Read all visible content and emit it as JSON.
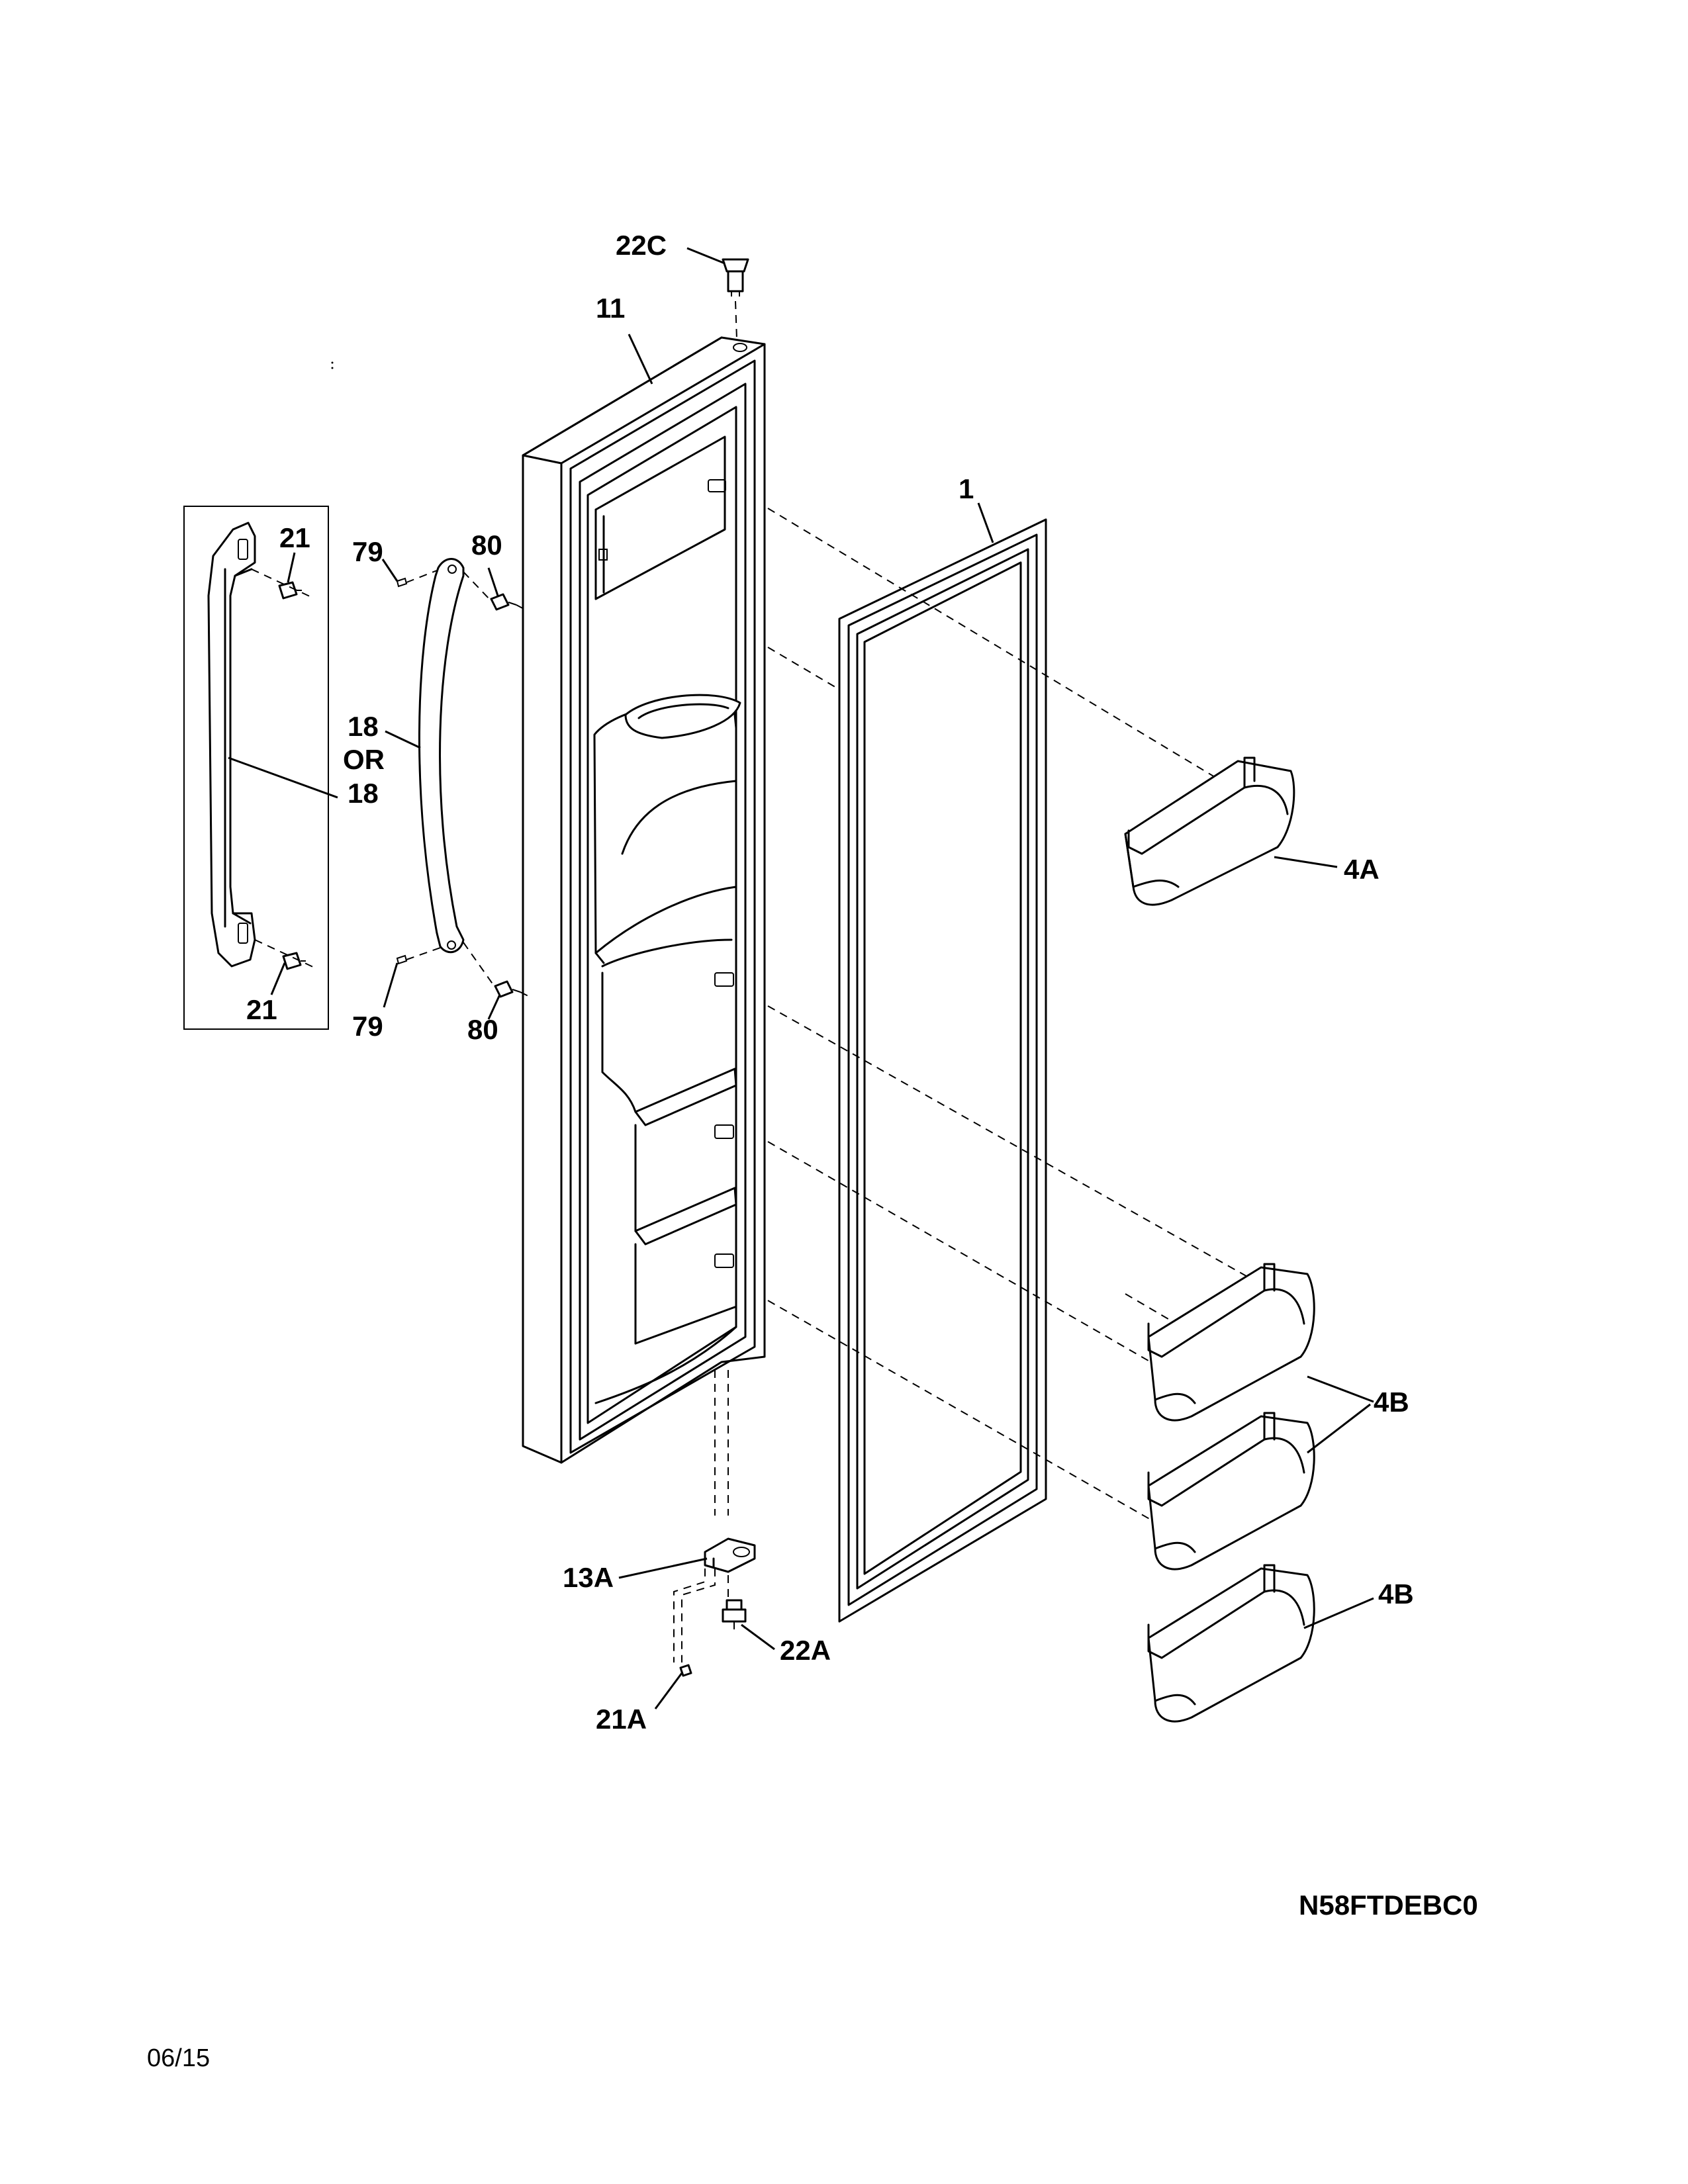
{
  "callouts": {
    "p22c": "22C",
    "p11": "11",
    "p1": "1",
    "p21_top": "21",
    "p79_top": "79",
    "p80_top": "80",
    "p18": "18",
    "p_or": "OR",
    "p18_alt": "18",
    "p4a": "4A",
    "p21_bottom": "21",
    "p79_bottom": "79",
    "p80_bottom": "80",
    "p4b_pair": "4B",
    "p4b_single": "4B",
    "p13a": "13A",
    "p22a": "22A",
    "p21a": "21A"
  },
  "model_number": "N58FTDEBC0",
  "date_code": "06/15"
}
